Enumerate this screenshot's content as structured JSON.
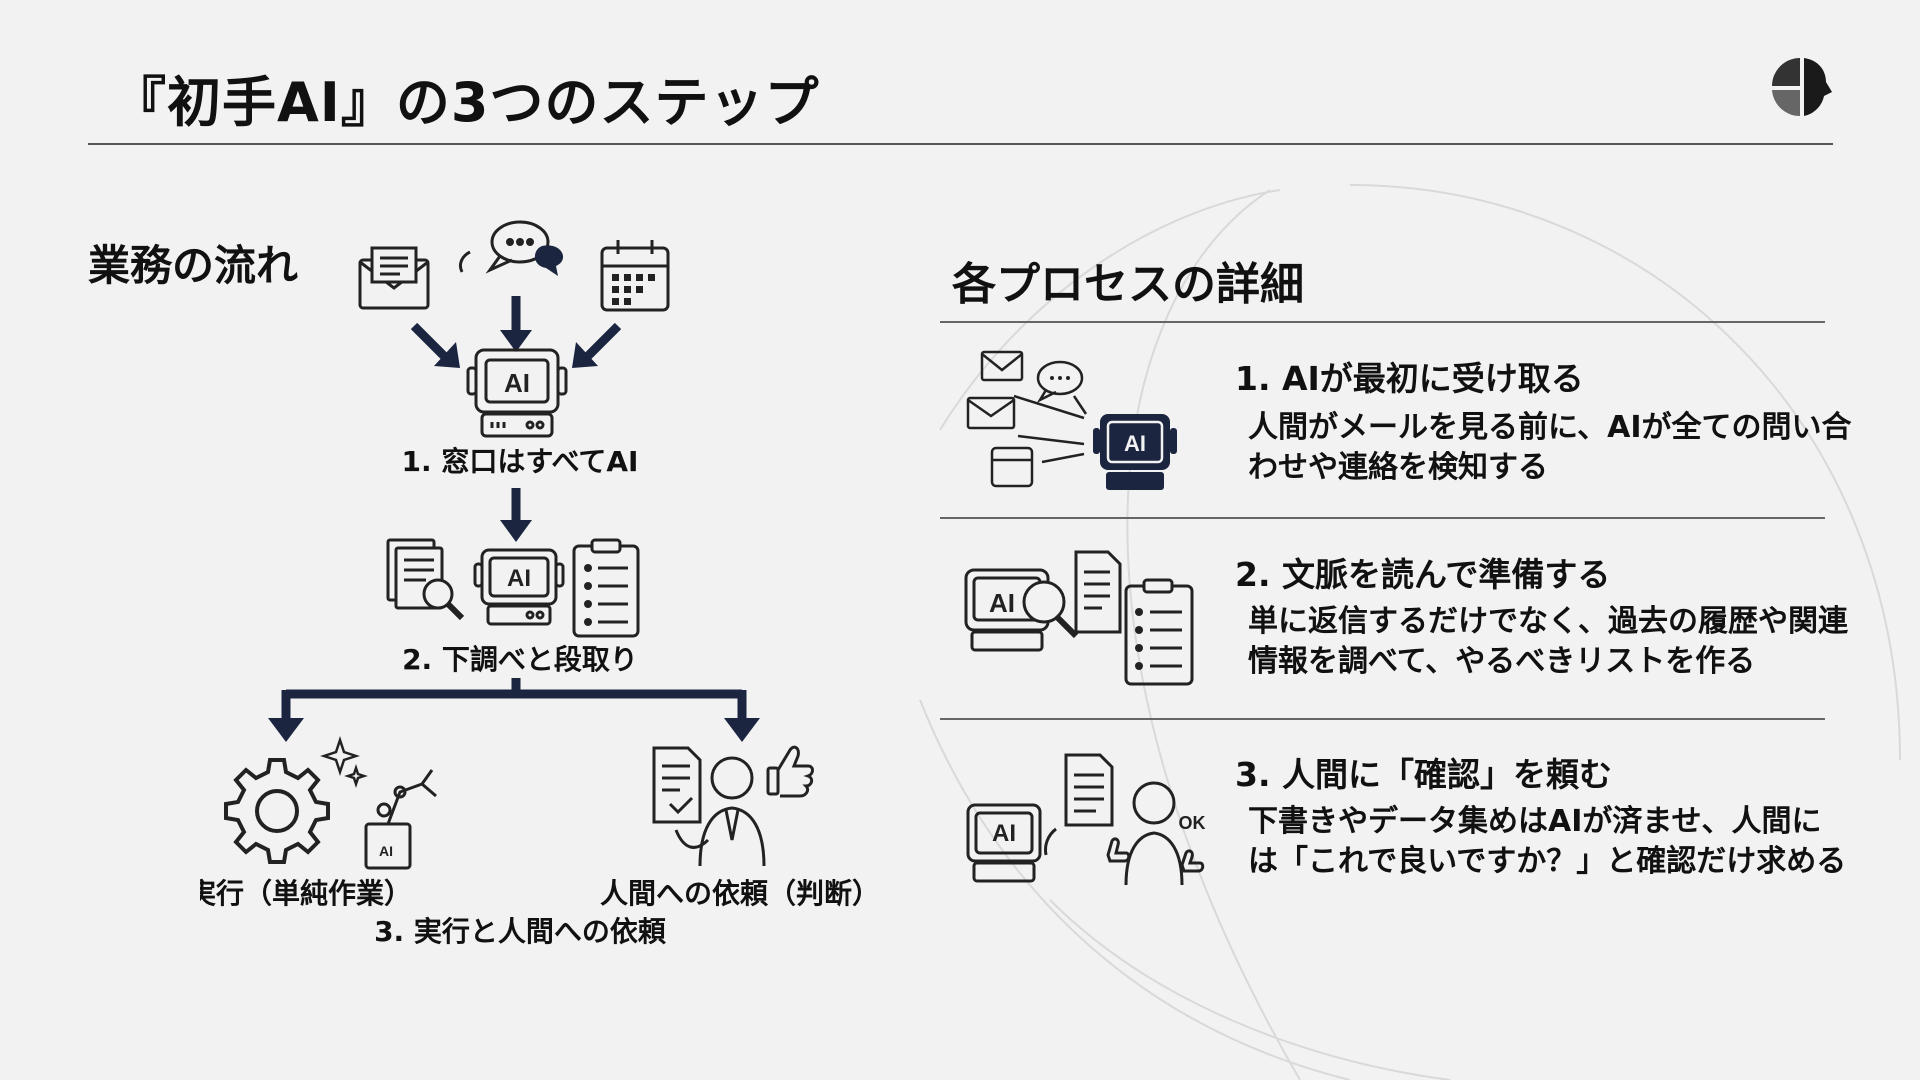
{
  "title": "『初手AI』の3つのステップ",
  "left": {
    "heading": "業務の流れ",
    "step1_label": "1. 窓口はすべてAI",
    "step2_label": "2. 下調べと段取り",
    "branch_left": "実行（単純作業）",
    "branch_right": "人間への依頼（判断）",
    "step3_label": "3. 実行と人間への依頼",
    "ai_text": "AI"
  },
  "right": {
    "heading": "各プロセスの詳細",
    "processes": [
      {
        "title": "1. AIが最初に受け取る",
        "desc": "人間がメールを見る前に、AIが全ての問い合わせや連絡を検知する"
      },
      {
        "title": "2. 文脈を読んで準備する",
        "desc": "単に返信するだけでなく、過去の履歴や関連情報を調べて、やるべきリストを作る"
      },
      {
        "title": "3. 人間に「確認」を頼む",
        "desc": "下書きやデータ集めはAIが済ませ、人間には「これで良いですか？」と確認だけ求める",
        "ok_text": "OK"
      }
    ]
  },
  "colors": {
    "navy": "#1b2540",
    "text": "#111111",
    "rule": "#666666"
  }
}
